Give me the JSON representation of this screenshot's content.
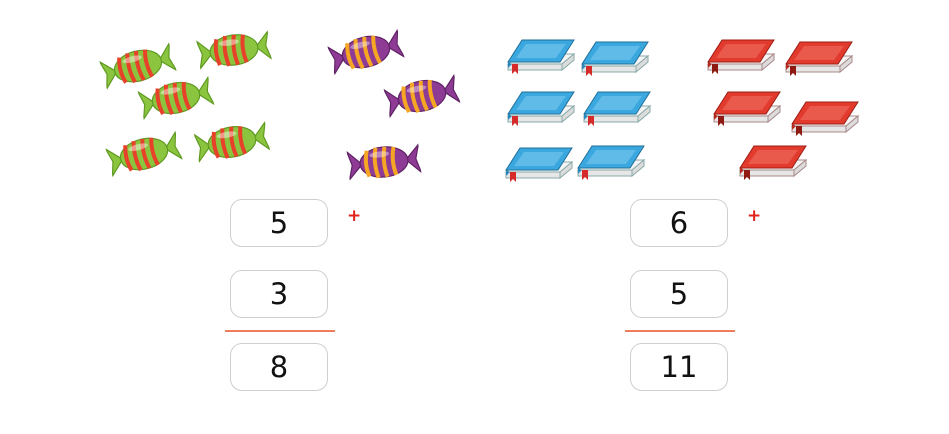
{
  "colors": {
    "candy_green": "#8bc53f",
    "candy_green_stripe": "#e8412a",
    "candy_purple": "#8e3b96",
    "candy_purple_stripe": "#f6a623",
    "book_blue": "#3aa8df",
    "book_red": "#e23a2c",
    "operator": "#e2231a",
    "divider": "#ef7c5a"
  },
  "groups": [
    {
      "picture": "green-candy",
      "count": 5
    },
    {
      "picture": "purple-candy",
      "count": 3
    },
    {
      "picture": "blue-book",
      "count": 6
    },
    {
      "picture": "red-book",
      "count": 5
    }
  ],
  "problems": [
    {
      "addend1": "5",
      "addend2": "3",
      "operator": "+",
      "sum": "8"
    },
    {
      "addend1": "6",
      "addend2": "5",
      "operator": "+",
      "sum": "11"
    }
  ]
}
